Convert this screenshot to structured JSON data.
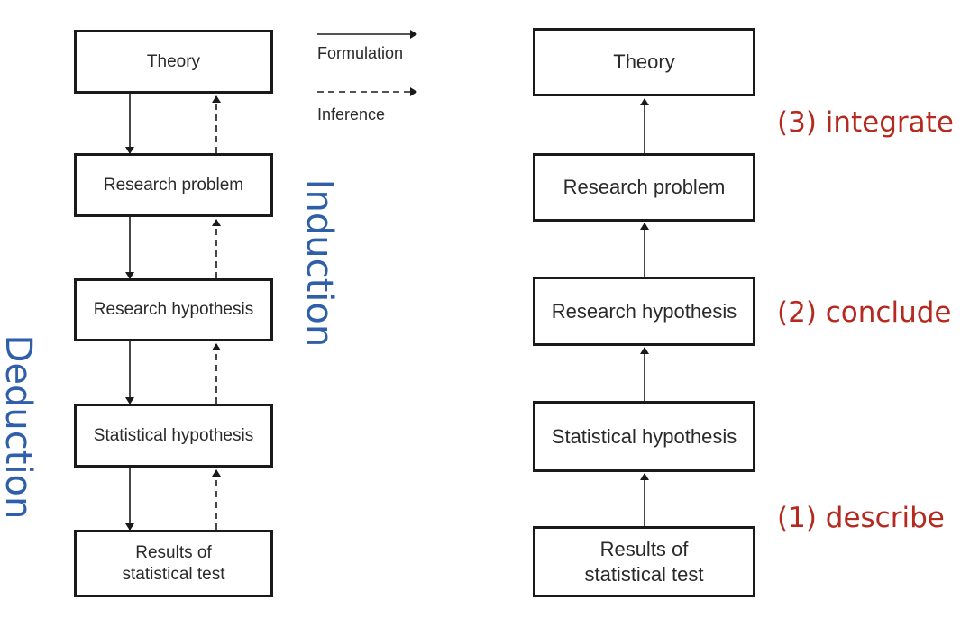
{
  "left_flow": {
    "boxes": [
      "Theory",
      "Research problem",
      "Research hypothesis",
      "Statistical hypothesis",
      "Results of\nstatistical test"
    ]
  },
  "legend": {
    "formulation": "Formulation",
    "inference": "Inference"
  },
  "side_labels": {
    "induction": "Induction",
    "deduction": "Deduction"
  },
  "right_flow": {
    "boxes": [
      "Theory",
      "Research problem",
      "Research hypothesis",
      "Statistical hypothesis",
      "Results of\nstatistical test"
    ],
    "steps": {
      "integrate": "(3) integrate",
      "conclude": "(2) conclude",
      "describe": "(1) describe"
    }
  },
  "colors": {
    "step_labels": "#b5291f",
    "side_labels": "#2e5fa8",
    "lines": "#1a1a1a"
  }
}
